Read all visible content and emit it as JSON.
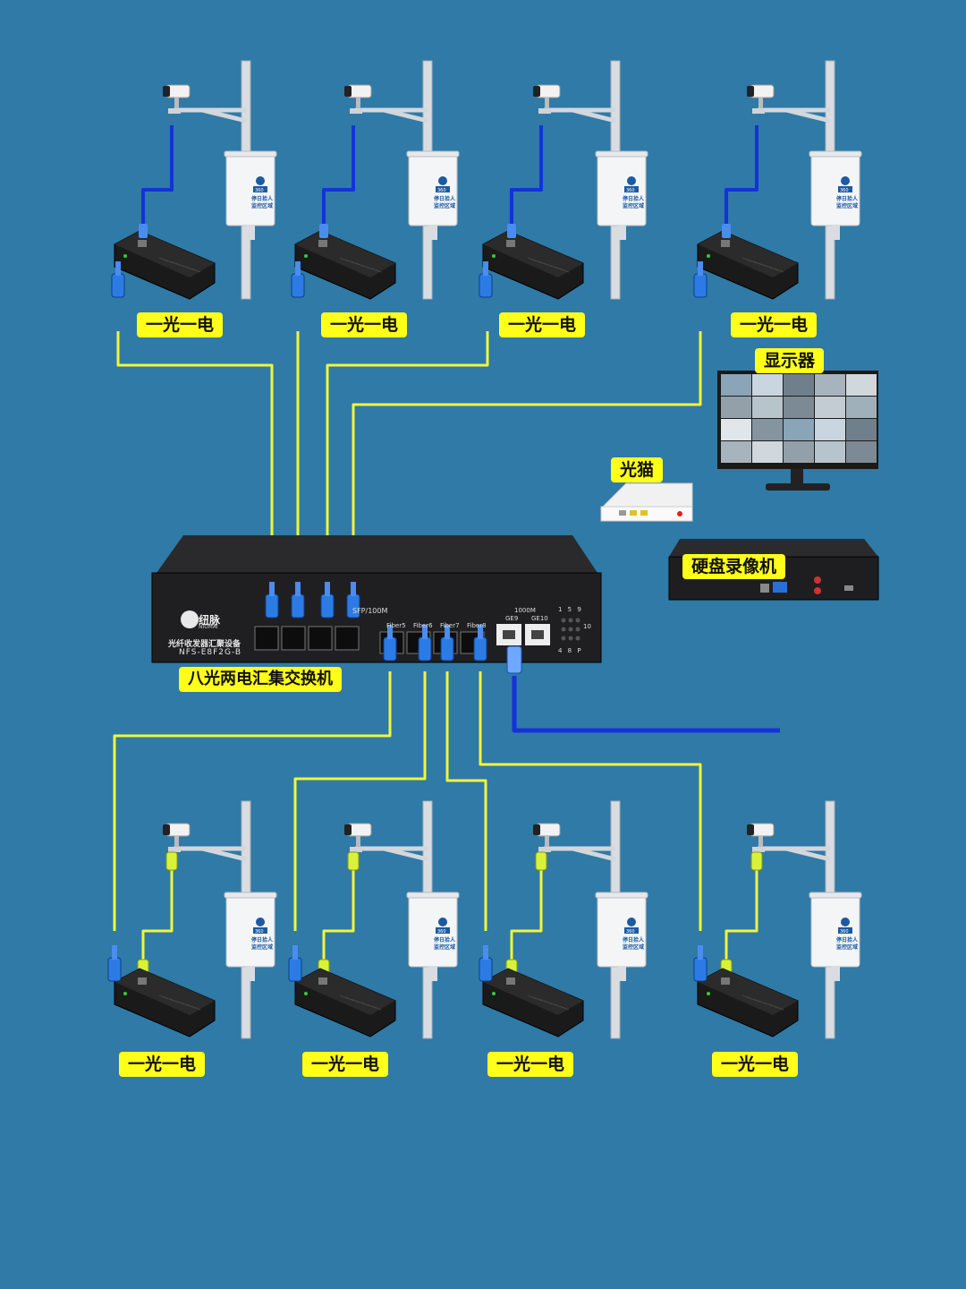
{
  "colors": {
    "background": "#2f7aa6",
    "fiber": "#f2f53a",
    "copper": "#1432d8",
    "label_bg": "#ffff1a",
    "connector_blue": "#2c7be5"
  },
  "labels": {
    "converter": "一光一电",
    "monitor": "显示器",
    "onu": "光猫",
    "nvr": "硬盘录像机",
    "switch": "八光两电汇集交换机"
  },
  "switch": {
    "brand": "纽脉",
    "brand_en": "NIUMAI",
    "product_cn": "光纤收发器汇聚设备",
    "model": "NFS-E8F2G-B",
    "sfp_label": "SFP/100M",
    "fiber_ports": [
      "Fiber5",
      "Fiber6",
      "Fiber7",
      "Fiber8"
    ],
    "ge_label": "1000M",
    "ge_ports": [
      "GE9",
      "GE10"
    ],
    "led_top": "1 5 9",
    "led_mid": "10",
    "led_bottom": "4 8 P"
  },
  "cabinet": {
    "badge": "360",
    "line1": "停日拾人",
    "line2": "监控区域"
  }
}
